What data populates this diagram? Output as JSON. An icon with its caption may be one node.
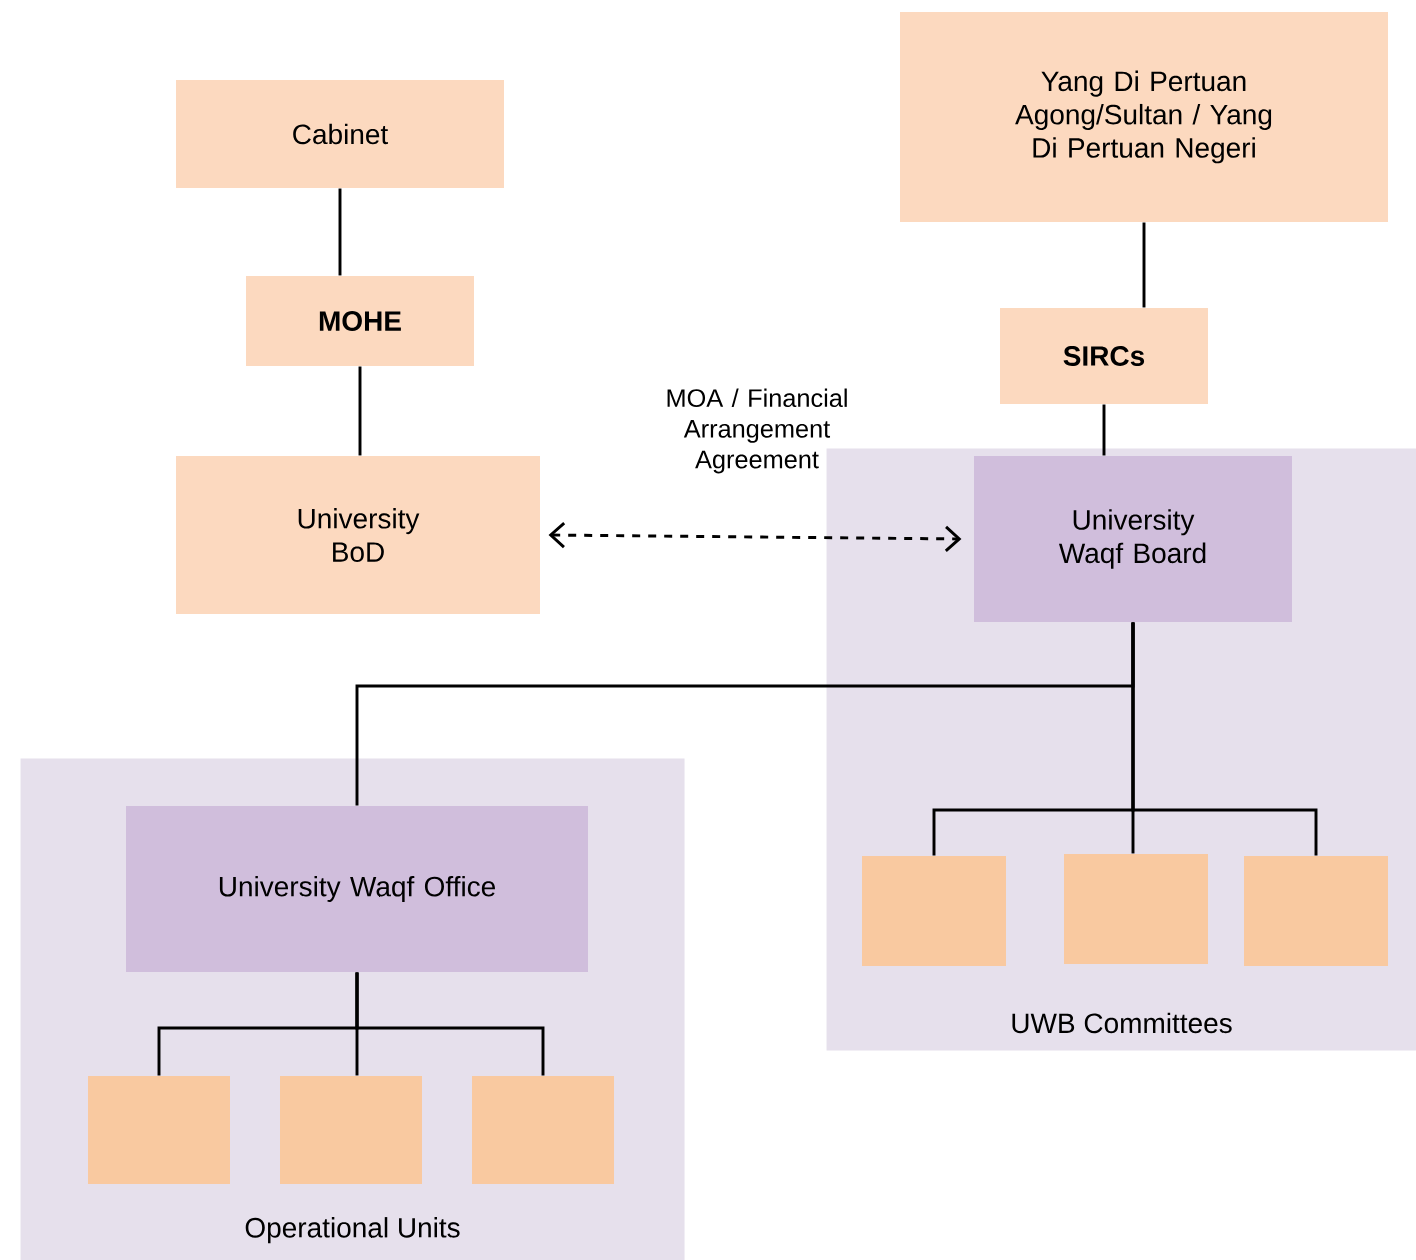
{
  "diagram": {
    "nodes": [
      {
        "text": [
          "Cabinet"
        ]
      },
      {
        "text": [
          "MOHE"
        ]
      },
      {
        "text": [
          "University BoD"
        ]
      },
      {
        "text": [
          "Yang Di Pertuan Agong/Sultan / Yang Di Pertuan Negeri"
        ]
      },
      {
        "text": [
          "SIRCs"
        ]
      },
      {
        "text": [
          "UWB Committees"
        ]
      },
      {
        "text": [
          "University Waqf Board"
        ],
        "in": 5
      },
      {
        "text": [],
        "shape": "box",
        "in": 5
      },
      {
        "text": [],
        "shape": "box",
        "in": 5
      },
      {
        "text": [],
        "shape": "box",
        "in": 5
      },
      {
        "text": [
          "Operational Units"
        ]
      },
      {
        "text": [
          "University Waqf Office"
        ],
        "in": 10
      },
      {
        "text": [],
        "shape": "box",
        "in": 10
      },
      {
        "text": [],
        "shape": "box",
        "in": 10
      },
      {
        "text": [],
        "shape": "box",
        "in": 10
      }
    ],
    "edges": [
      {
        "from": 0,
        "to": 1,
        "arrow": "none"
      },
      {
        "from": 1,
        "to": 2,
        "arrow": "none"
      },
      {
        "from": 3,
        "to": 4,
        "arrow": "none"
      },
      {
        "from": 4,
        "to": 6,
        "arrow": "none"
      },
      {
        "from": 2,
        "to": 6,
        "arrow": "both",
        "style": "dashed",
        "label": "MOA / Financial Arrangement Agreement"
      },
      {
        "from": 6,
        "to": 11,
        "arrow": "none"
      },
      {
        "from": 6,
        "to": 7,
        "arrow": "none"
      },
      {
        "from": 6,
        "to": 8,
        "arrow": "none"
      },
      {
        "from": 6,
        "to": 9,
        "arrow": "none"
      },
      {
        "from": 11,
        "to": 12,
        "arrow": "none"
      },
      {
        "from": 11,
        "to": 13,
        "arrow": "none"
      },
      {
        "from": 11,
        "to": 14,
        "arrow": "none"
      }
    ]
  }
}
